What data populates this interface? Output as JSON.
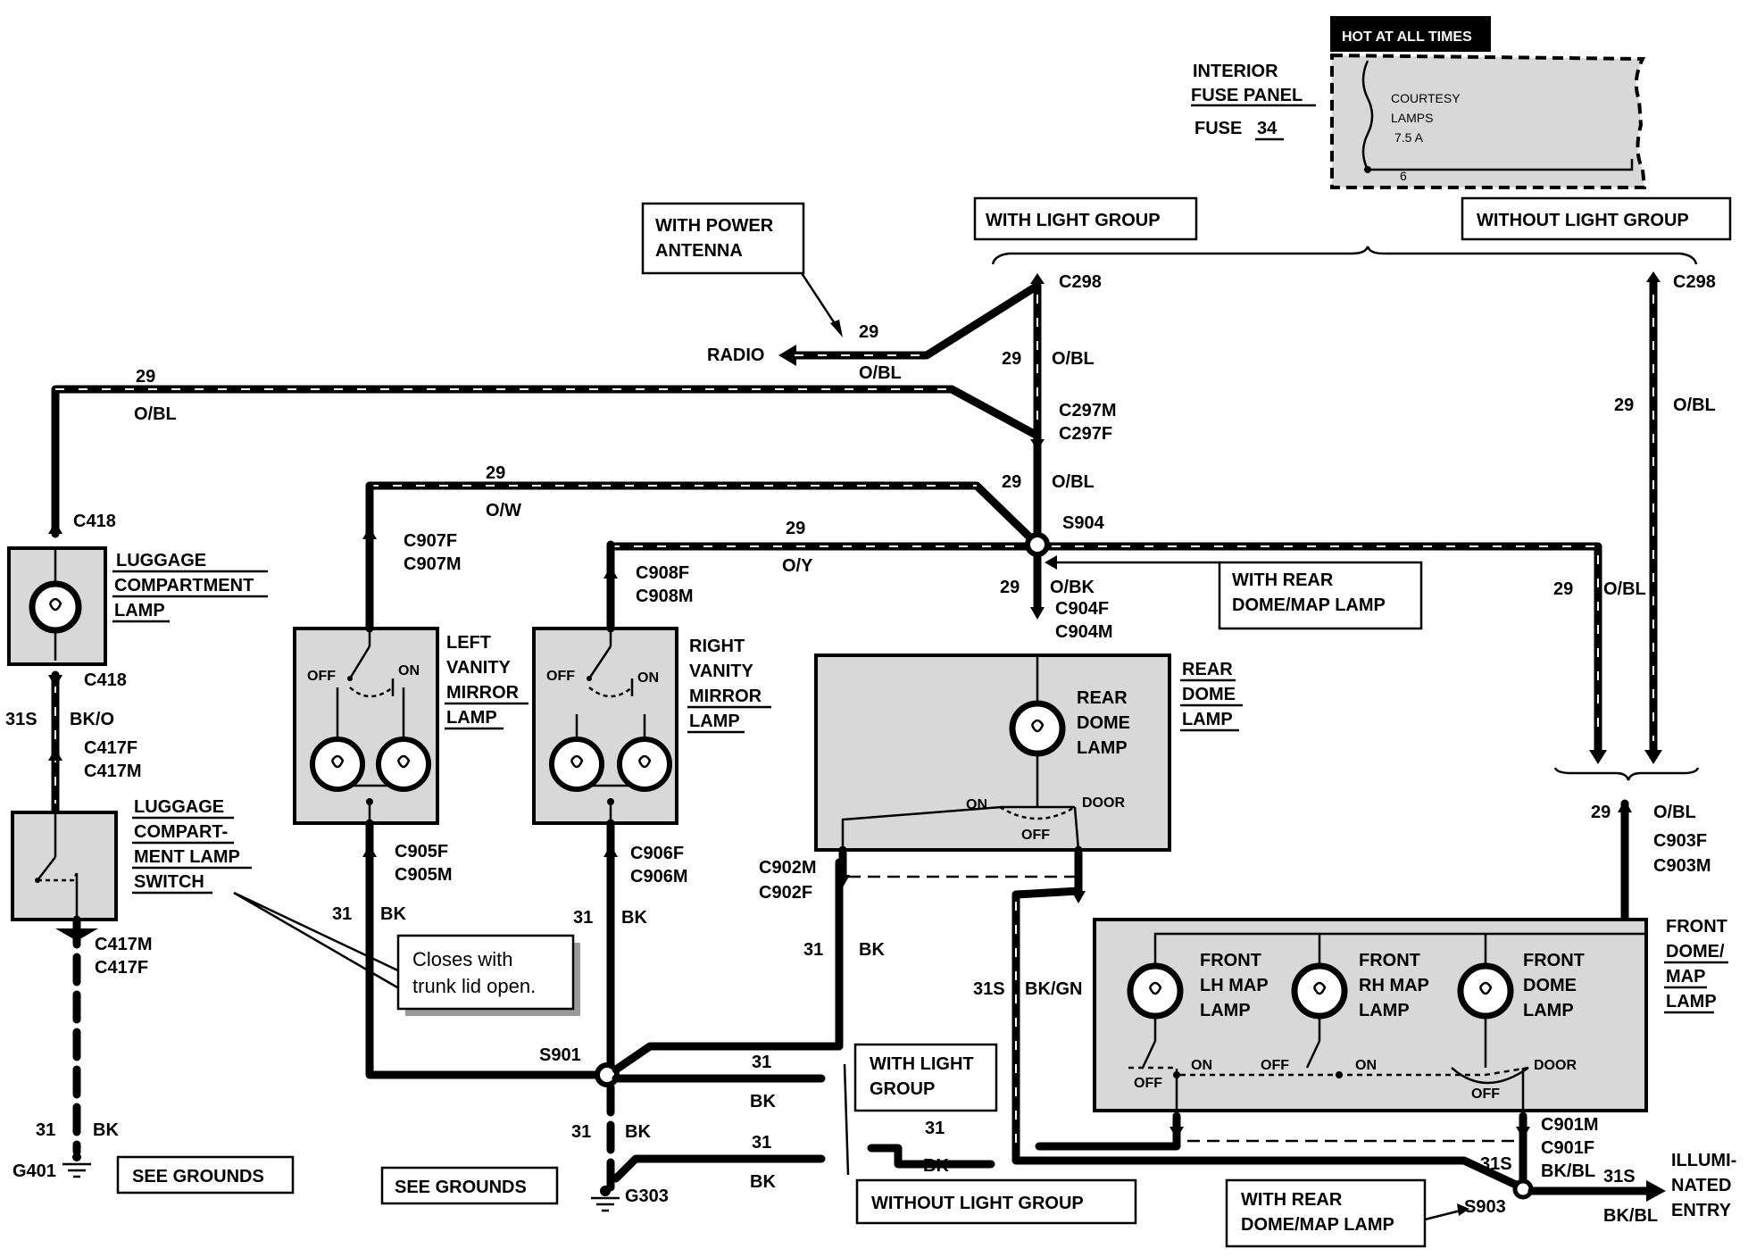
{
  "fuse_panel": {
    "header": "HOT AT ALL TIMES",
    "line1": "INTERIOR",
    "line2": "FUSE PANEL",
    "fuse_prefix": "FUSE",
    "fuse_num": "34",
    "fuse_name1": "COURTESY",
    "fuse_name2": "LAMPS",
    "fuse_rating": "7.5 A",
    "fuse_pin": "6"
  },
  "boxes": {
    "with_power_antenna_1": "WITH POWER",
    "with_power_antenna_2": "ANTENNA",
    "with_light_group": "WITH LIGHT GROUP",
    "without_light_group": "WITHOUT LIGHT GROUP",
    "with_rear_dome_1": "WITH REAR",
    "with_rear_dome_2": "DOME/MAP LAMP",
    "closes_1": "Closes with",
    "closes_2": "trunk lid open.",
    "see_grounds_left": "SEE GROUNDS",
    "see_grounds_mid": "SEE GROUNDS",
    "with_light_group_bottom_1": "WITH LIGHT",
    "with_light_group_bottom_2": "GROUP",
    "without_light_group_bottom": "WITHOUT LIGHT GROUP",
    "with_rear_dome_bottom_1": "WITH REAR",
    "with_rear_dome_bottom_2": "DOME/MAP LAMP"
  },
  "components": {
    "radio": "RADIO",
    "luggage_lamp": [
      "LUGGAGE",
      "COMPARTMENT",
      "LAMP"
    ],
    "luggage_switch": [
      "LUGGAGE",
      "COMPART-",
      "MENT LAMP",
      "SWITCH"
    ],
    "left_vanity": [
      "LEFT",
      "VANITY",
      "MIRROR",
      "LAMP"
    ],
    "right_vanity": [
      "RIGHT",
      "VANITY",
      "MIRROR",
      "LAMP"
    ],
    "rear_dome_inner": [
      "REAR",
      "DOME",
      "LAMP"
    ],
    "rear_dome_outer": [
      "REAR",
      "DOME",
      "LAMP"
    ],
    "front_dome_map": [
      "FRONT",
      "DOME/",
      "MAP",
      "LAMP"
    ],
    "front_lh_map": [
      "FRONT",
      "LH MAP",
      "LAMP"
    ],
    "front_rh_map": [
      "FRONT",
      "RH MAP",
      "LAMP"
    ],
    "front_dome": [
      "FRONT",
      "DOME",
      "LAMP"
    ],
    "illuminated_entry": [
      "ILLUMI-",
      "NATED",
      "ENTRY"
    ]
  },
  "switch_labels": {
    "off": "OFF",
    "on": "ON",
    "door": "DOOR"
  },
  "connectors": {
    "c298_a": "C298",
    "c298_b": "C298",
    "c297m": "C297M",
    "c297f": "C297F",
    "s904": "S904",
    "c418_top": "C418",
    "c418_bot": "C418",
    "c417f": "C417F",
    "c417m_top": "C417M",
    "c417m": "C417M",
    "c417f_bot": "C417F",
    "c907f": "C907F",
    "c907m": "C907M",
    "c908f": "C908F",
    "c908m": "C908M",
    "c904f": "C904F",
    "c904m": "C904M",
    "c905f": "C905F",
    "c905m": "C905M",
    "c906f": "C906F",
    "c906m": "C906M",
    "c902m": "C902M",
    "c902f": "C902F",
    "c903f": "C903F",
    "c903m": "C903M",
    "c901m": "C901M",
    "c901f": "C901F",
    "s901": "S901",
    "s903": "S903",
    "g401": "G401",
    "g303": "G303"
  },
  "wires": {
    "n29": "29",
    "n31": "31",
    "n31s": "31S",
    "o_bl": "O/BL",
    "o_w": "O/W",
    "o_y": "O/Y",
    "o_bk": "O/BK",
    "bk": "BK",
    "bk_o": "BK/O",
    "bk_gn": "BK/GN",
    "bk_bl": "BK/BL"
  }
}
